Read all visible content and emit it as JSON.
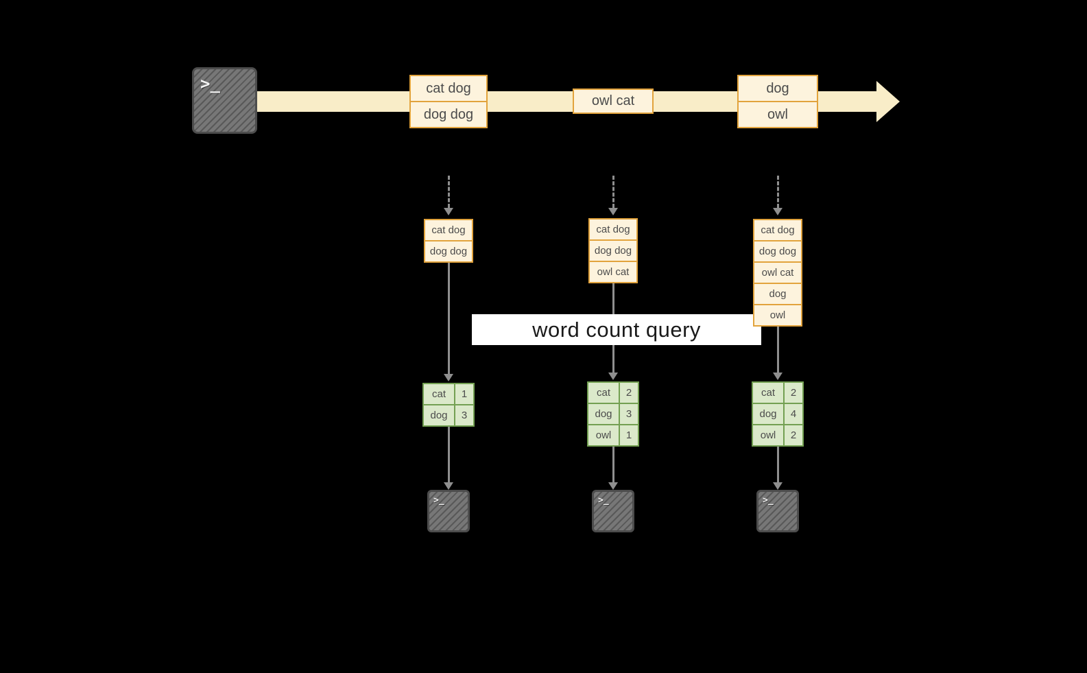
{
  "colors": {
    "background": "#000000",
    "stream_band": "#f9edc8",
    "record_border": "#e2a33c",
    "record_fill": "#fdf3dd",
    "table_border": "#73a052",
    "table_fill": "#dbe9ca",
    "arrow": "#8f8f8f",
    "terminal_fill": "#777777",
    "terminal_border": "#4d4d4d",
    "banner_bg": "#ffffff",
    "banner_text": "#1a1a1a",
    "box_text": "#4b4b4b"
  },
  "icons": {
    "terminal_prompt": ">_"
  },
  "banner": {
    "label": "word count query"
  },
  "stream": {
    "records": [
      {
        "lines": [
          "cat dog",
          "dog dog"
        ]
      },
      {
        "lines": [
          "owl cat"
        ]
      },
      {
        "lines": [
          "dog",
          "owl"
        ]
      }
    ]
  },
  "states": [
    {
      "rows": [
        "cat dog",
        "dog dog"
      ]
    },
    {
      "rows": [
        "cat dog",
        "dog dog",
        "owl cat"
      ]
    },
    {
      "rows": [
        "cat dog",
        "dog dog",
        "owl cat",
        "dog",
        "owl"
      ]
    }
  ],
  "tables": [
    {
      "rows": [
        {
          "word": "cat",
          "count": "1"
        },
        {
          "word": "dog",
          "count": "3"
        }
      ]
    },
    {
      "rows": [
        {
          "word": "cat",
          "count": "2"
        },
        {
          "word": "dog",
          "count": "3"
        },
        {
          "word": "owl",
          "count": "1"
        }
      ]
    },
    {
      "rows": [
        {
          "word": "cat",
          "count": "2"
        },
        {
          "word": "dog",
          "count": "4"
        },
        {
          "word": "owl",
          "count": "2"
        }
      ]
    }
  ]
}
